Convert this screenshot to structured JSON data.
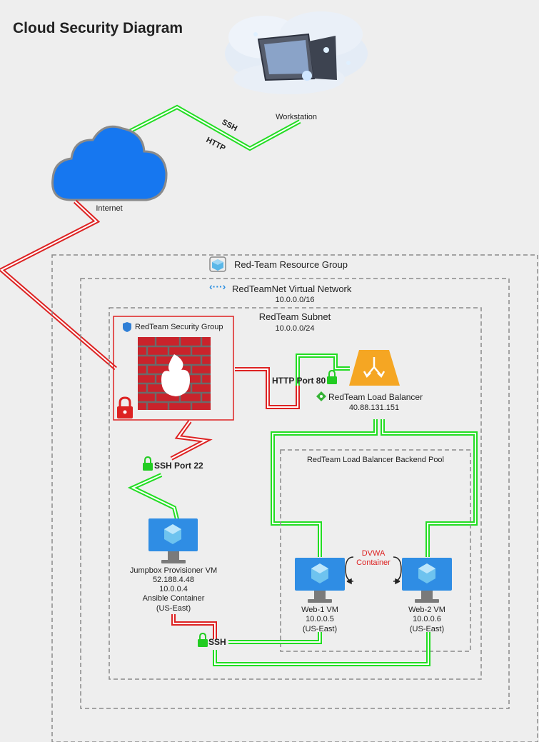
{
  "title": "Cloud Security Diagram",
  "workstation": {
    "label": "Workstation"
  },
  "internet": {
    "label": "Internet"
  },
  "links": {
    "ssh": "SSH",
    "http": "HTTP"
  },
  "resource_group": {
    "label": "Red-Team Resource Group"
  },
  "vnet": {
    "label": "RedTeamNet Virtual Network",
    "cidr": "10.0.0.0/16"
  },
  "subnet": {
    "label": "RedTeam Subnet",
    "cidr": "10.0.0.0/24"
  },
  "security_group": {
    "label": "RedTeam Security Group"
  },
  "http_port": {
    "label": "HTTP Port 80"
  },
  "load_balancer": {
    "label": "RedTeam Load Balancer",
    "ip": "40.88.131.151"
  },
  "backend_pool": {
    "label": "RedTeam Load Balancer Backend Pool"
  },
  "ssh_port": {
    "label": "SSH Port 22"
  },
  "jumpbox": {
    "lines": [
      "Jumpbox Provisioner VM",
      "52.188.4.48",
      "10.0.0.4",
      "Ansible Container",
      "(US-East)"
    ]
  },
  "web1": {
    "lines": [
      "Web-1 VM",
      "10.0.0.5",
      "(US-East)"
    ]
  },
  "web2": {
    "lines": [
      "Web-2 VM",
      "10.0.0.6",
      "(US-East)"
    ]
  },
  "dvwa": {
    "lines": [
      "DVWA",
      "Container"
    ]
  },
  "ssh_bottom": {
    "label": "SSH"
  },
  "colors": {
    "green_link": "#22dd22",
    "red_link": "#dd2222",
    "cloud_blue": "#1677f0",
    "lb_orange": "#f5a623",
    "vm_blue": "#2f8de4"
  }
}
